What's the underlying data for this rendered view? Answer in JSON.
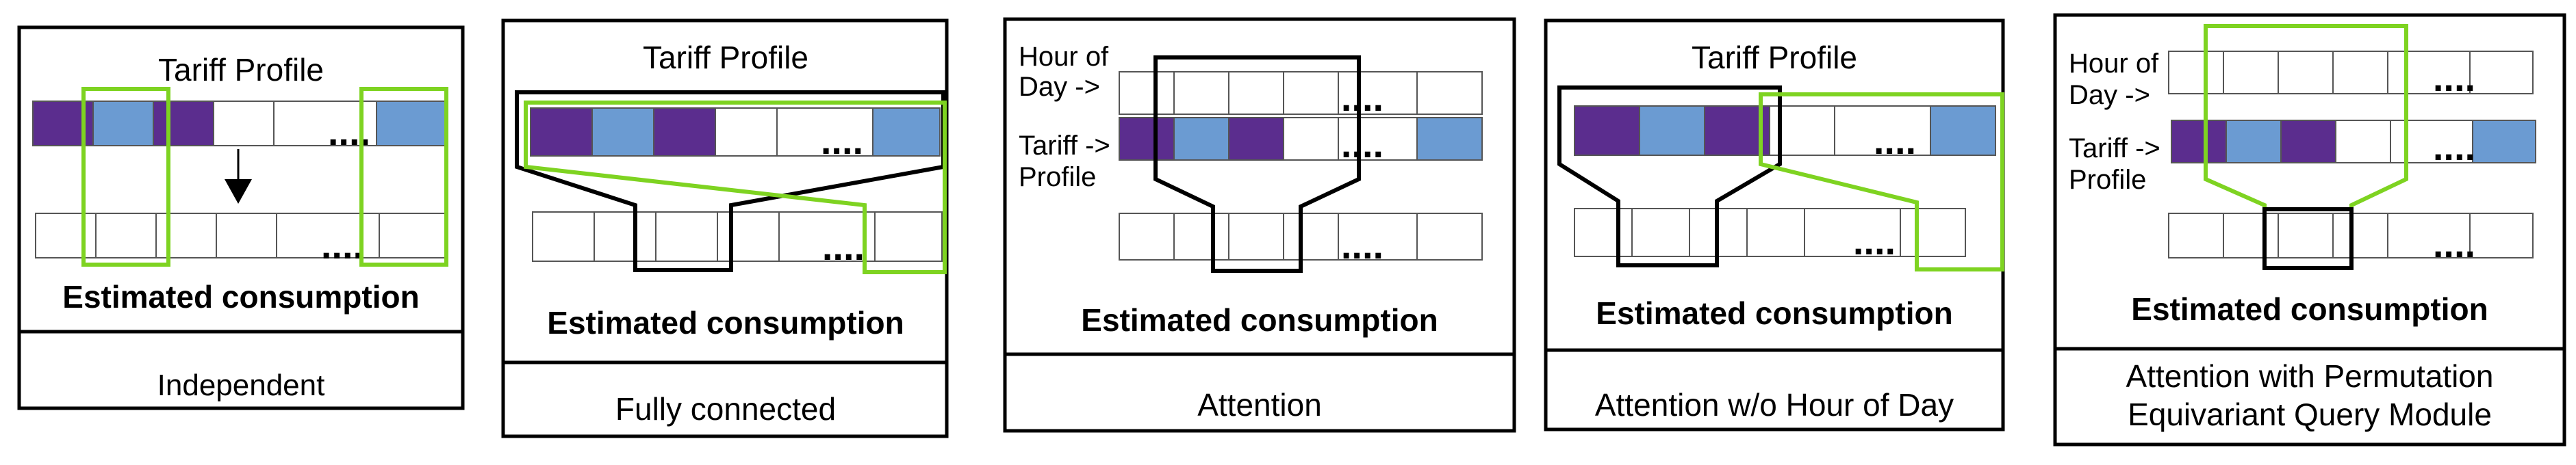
{
  "colors": {
    "purple": "#5b2d8e",
    "blue": "#6b9bd2",
    "green": "#7ed321",
    "black": "#000000",
    "cell_border": "#555555"
  },
  "panels": [
    {
      "caption_lines": [
        "Independent"
      ],
      "tariff_label": "Tariff Profile",
      "output_label": "Estimated consumption",
      "dots": "...."
    },
    {
      "caption_lines": [
        "Fully connected"
      ],
      "tariff_label": "Tariff Profile",
      "output_label": "Estimated consumption",
      "dots": "...."
    },
    {
      "caption_lines": [
        "Attention"
      ],
      "hour_label_lines": [
        "Hour of",
        "Day ->"
      ],
      "tariff_label_lines": [
        "Tariff ->",
        "Profile"
      ],
      "output_label": "Estimated consumption",
      "dots": "...."
    },
    {
      "caption_lines": [
        "Attention w/o Hour of Day"
      ],
      "tariff_label": "Tariff Profile",
      "output_label": "Estimated consumption",
      "dots": "...."
    },
    {
      "caption_lines": [
        "Attention with Permutation",
        "Equivariant Query Module"
      ],
      "hour_label_lines": [
        "Hour of",
        "Day ->"
      ],
      "tariff_label_lines": [
        "Tariff ->",
        "Profile"
      ],
      "output_label": "Estimated consumption",
      "dots": "...."
    }
  ]
}
